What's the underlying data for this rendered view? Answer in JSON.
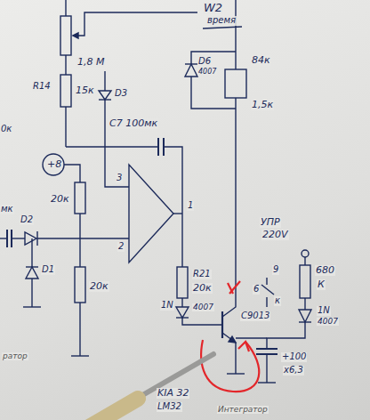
{
  "diagram": {
    "labels": [
      "W2",
      "время",
      "1,8 М",
      "R14",
      "15к",
      "D3",
      "C7 100мк",
      "D6",
      "4007",
      "84к",
      "1,5к",
      "+8",
      "20к",
      "D2",
      "мк",
      "0к",
      "D1",
      "20к",
      "3",
      "2",
      "1",
      "R21",
      "20к",
      "1N",
      "4007",
      "C9013",
      "УПР",
      "220V",
      "680",
      "К",
      "1N",
      "4007",
      "+100",
      "х6,3",
      "9",
      "6",
      "к",
      "KIA 32",
      "LM32",
      "Интегратор",
      "ратор"
    ]
  }
}
